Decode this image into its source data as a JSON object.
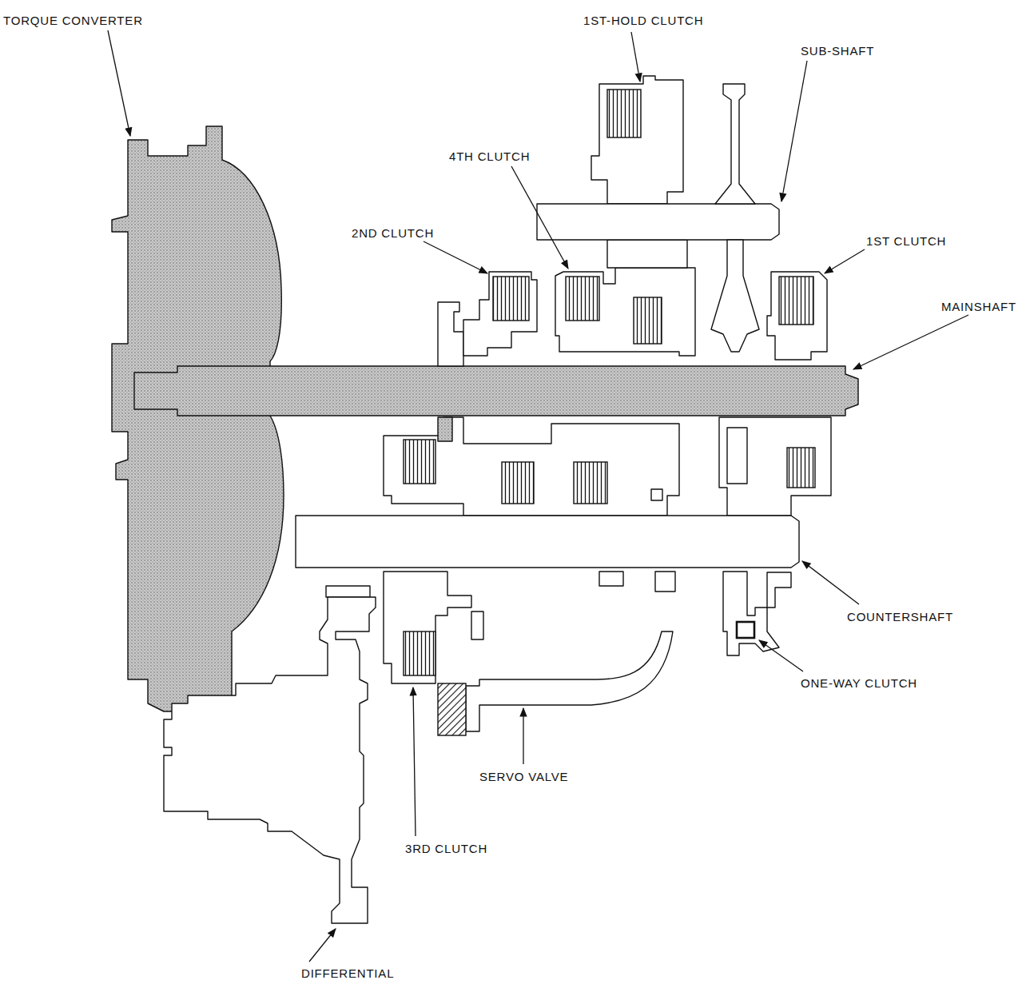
{
  "diagram": {
    "labels": [
      "TORQUE CONVERTER",
      "1ST-HOLD CLUTCH",
      "SUB-SHAFT",
      "4TH CLUTCH",
      "2ND CLUTCH",
      "1ST CLUTCH",
      "MAINSHAFT",
      "COUNTERSHAFT",
      "ONE-WAY CLUTCH",
      "SERVO VALVE",
      "3RD CLUTCH",
      "DIFFERENTIAL"
    ]
  }
}
